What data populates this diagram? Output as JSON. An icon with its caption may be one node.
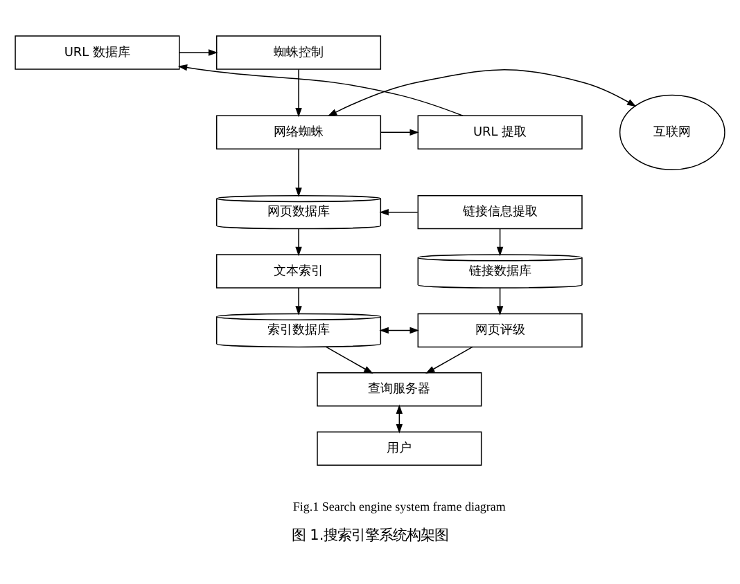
{
  "diagram": {
    "caption": "图 1.搜索引擎系统构架图",
    "nodes": [
      {
        "text": [
          "蜘蛛控制"
        ]
      },
      {
        "text": [
          "URL 数据库"
        ]
      },
      {
        "text": [
          "互联网"
        ]
      },
      {
        "text": [
          "网络蜘蛛"
        ]
      },
      {
        "text": [
          "URL 提取"
        ]
      },
      {
        "text": [
          "网页数据库"
        ]
      },
      {
        "text": [
          "链接信息提取"
        ]
      },
      {
        "text": [
          "文本索引"
        ]
      },
      {
        "text": [
          "链接数据库"
        ]
      },
      {
        "text": [
          "索引数据库"
        ]
      },
      {
        "text": [
          "网页评级"
        ]
      },
      {
        "text": [
          "查询服务器"
        ]
      },
      {
        "text": [
          "用户"
        ]
      }
    ],
    "edges": [
      {
        "from": 1,
        "to": 0,
        "arrow": "to"
      },
      {
        "from": 0,
        "to": 3,
        "arrow": "to"
      },
      {
        "from": 2,
        "to": 3,
        "arrow": "both"
      },
      {
        "from": 3,
        "to": 4,
        "arrow": "to"
      },
      {
        "from": 4,
        "to": 1,
        "arrow": "to"
      },
      {
        "from": 3,
        "to": 5,
        "arrow": "to"
      },
      {
        "from": 6,
        "to": 5,
        "arrow": "to"
      },
      {
        "from": 6,
        "to": 8,
        "arrow": "to"
      },
      {
        "from": 5,
        "to": 7,
        "arrow": "to"
      },
      {
        "from": 7,
        "to": 9,
        "arrow": "to"
      },
      {
        "from": 8,
        "to": 10,
        "arrow": "to"
      },
      {
        "from": 9,
        "to": 10,
        "arrow": "both"
      },
      {
        "from": 9,
        "to": 11,
        "arrow": "to"
      },
      {
        "from": 10,
        "to": 11,
        "arrow": "to"
      },
      {
        "from": 11,
        "to": 12,
        "arrow": "both"
      }
    ],
    "labels": [
      "Fig.1 Search engine system frame diagram"
    ]
  }
}
